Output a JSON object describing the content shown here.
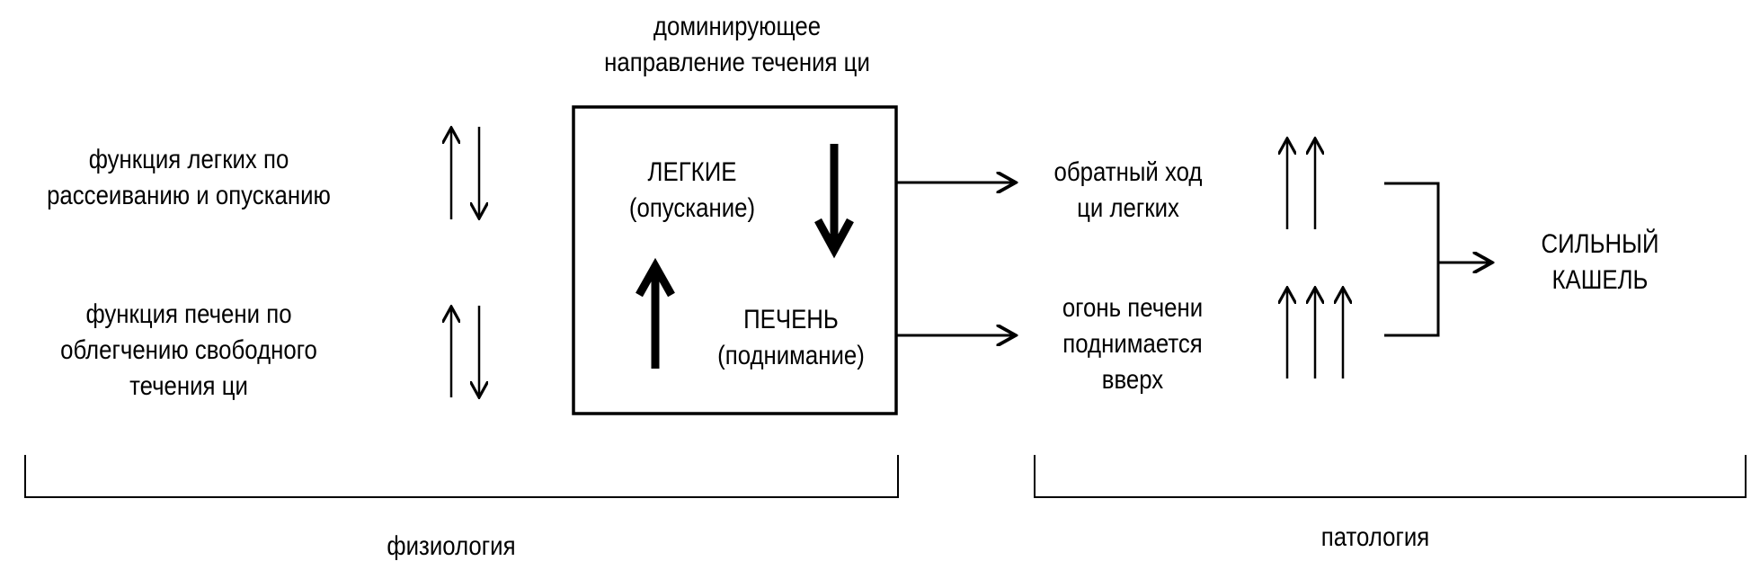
{
  "diagram": {
    "top_label": [
      "доминирующее",
      "направление течения ци"
    ],
    "left": {
      "lung_function": [
        "функция легких по",
        "рассеиванию и опусканию"
      ],
      "liver_function": [
        "функция печени по",
        "облегчению свободного",
        "течения ци"
      ]
    },
    "box": {
      "lung_title": "ЛЕГКИЕ",
      "lung_sub": "(опускание)",
      "liver_title": "ПЕЧЕНЬ",
      "liver_sub": "(поднимание)"
    },
    "right": {
      "lung_pathology": [
        "обратный ход",
        "ци легких"
      ],
      "liver_pathology": [
        "огонь печени",
        "поднимается",
        "вверх"
      ],
      "result": [
        "СИЛЬНЫЙ",
        "КАШЕЛЬ"
      ]
    },
    "bracket_labels": {
      "left": "физиология",
      "right": "патология"
    },
    "arrow_counts": {
      "lung_pathology_up": 2,
      "liver_pathology_up": 3
    },
    "line_color": "#000000"
  }
}
